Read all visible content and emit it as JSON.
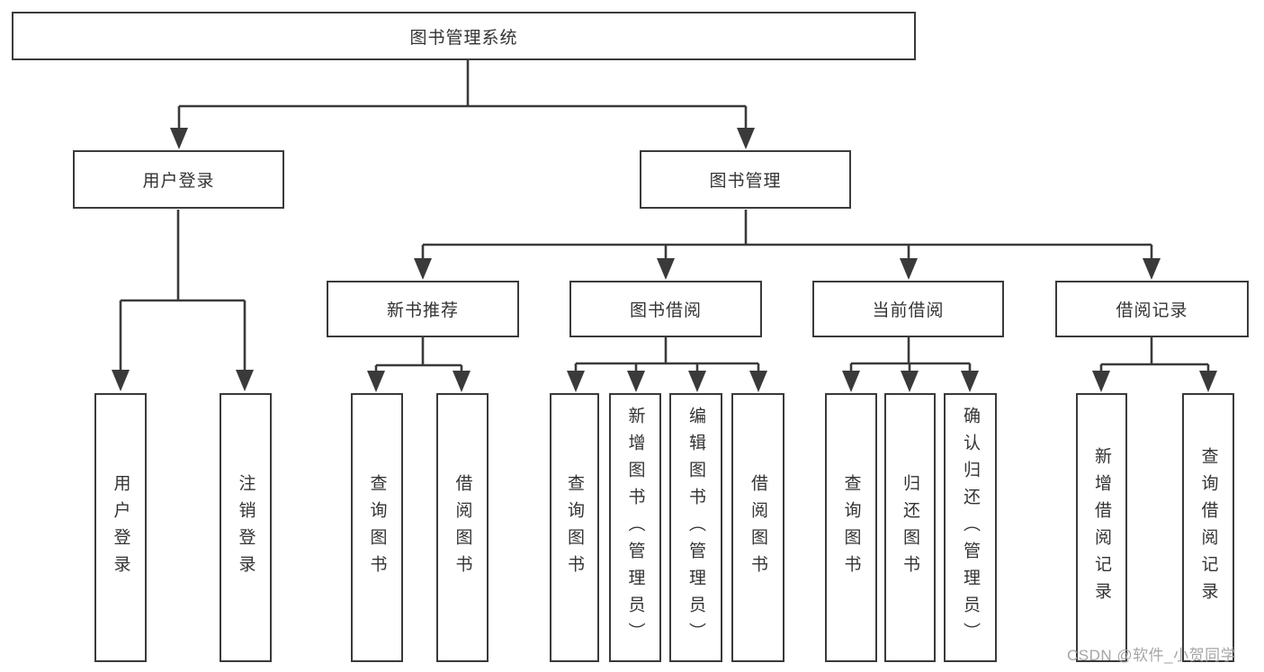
{
  "watermark": "CSDN @软件_小贺同学",
  "colors": {
    "line": "#3a3a3a",
    "box_border": "#3a3a3a",
    "text": "#333333",
    "watermark": "#a6a6a6",
    "background": "#ffffff"
  },
  "tree": {
    "root": {
      "label": "图书管理系统",
      "children": [
        {
          "label": "用户登录",
          "children": [
            {
              "label": "用户登录"
            },
            {
              "label": "注销登录"
            }
          ]
        },
        {
          "label": "图书管理",
          "children": [
            {
              "label": "新书推荐",
              "children": [
                {
                  "label": "查询图书"
                },
                {
                  "label": "借阅图书"
                }
              ]
            },
            {
              "label": "图书借阅",
              "children": [
                {
                  "label": "查询图书"
                },
                {
                  "label": "新增图书（管理员）"
                },
                {
                  "label": "编辑图书（管理员）"
                },
                {
                  "label": "借阅图书"
                }
              ]
            },
            {
              "label": "当前借阅",
              "children": [
                {
                  "label": "查询图书"
                },
                {
                  "label": "归还图书"
                },
                {
                  "label": "确认归还（管理员）"
                }
              ]
            },
            {
              "label": "借阅记录",
              "children": [
                {
                  "label": "新增借阅记录"
                },
                {
                  "label": "查询借阅记录"
                }
              ]
            }
          ]
        }
      ]
    }
  }
}
